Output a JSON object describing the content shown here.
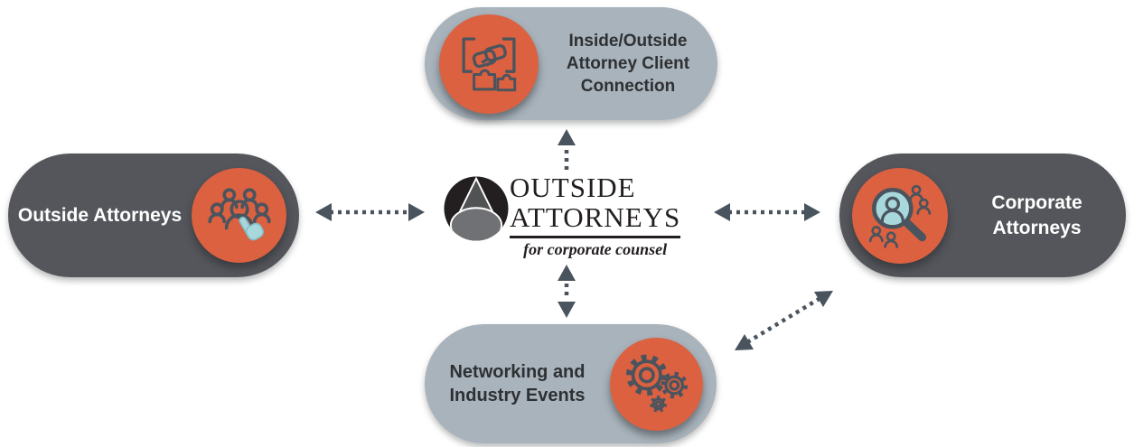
{
  "diagram_title": "Outside Attorneys for corporate counsel relationship diagram",
  "logo": {
    "name_line1": "OUTSIDE",
    "name_line2": "ATTORNEYS",
    "tagline": "for corporate counsel",
    "mark_icon": "triangle-a-monogram-icon"
  },
  "nodes": {
    "top": {
      "label": "Inside/Outside Attorney Client Connection",
      "icon": "handshake-puzzle-icon",
      "variant": "light"
    },
    "left": {
      "label": "Outside Attorneys",
      "icon": "people-group-select-icon",
      "variant": "dark"
    },
    "right": {
      "label": "Corporate Attorneys",
      "icon": "magnifier-talent-search-icon",
      "variant": "dark"
    },
    "bottom": {
      "label": "Networking and Industry Events",
      "icon": "gears-icon",
      "variant": "light"
    }
  },
  "connections": [
    {
      "from": "center-logo",
      "to": "top-node",
      "style": "dotted",
      "direction": "one-way-up"
    },
    {
      "from": "center-logo",
      "to": "left-node",
      "style": "dotted",
      "direction": "two-way"
    },
    {
      "from": "center-logo",
      "to": "right-node",
      "style": "dotted",
      "direction": "two-way"
    },
    {
      "from": "center-logo",
      "to": "bottom-node",
      "style": "dotted",
      "direction": "two-way"
    },
    {
      "from": "bottom-node",
      "to": "right-node",
      "style": "dotted",
      "direction": "two-way"
    }
  ],
  "colors": {
    "background": "#ffffff",
    "pill_light": "#a9b3bc",
    "pill_dark": "#54565b",
    "accent_orange": "#db6140",
    "icon_stroke": "#4a545e",
    "accent_light_blue": "#a9d8dc",
    "arrow": "#4a545e",
    "logo_black": "#231f20"
  }
}
